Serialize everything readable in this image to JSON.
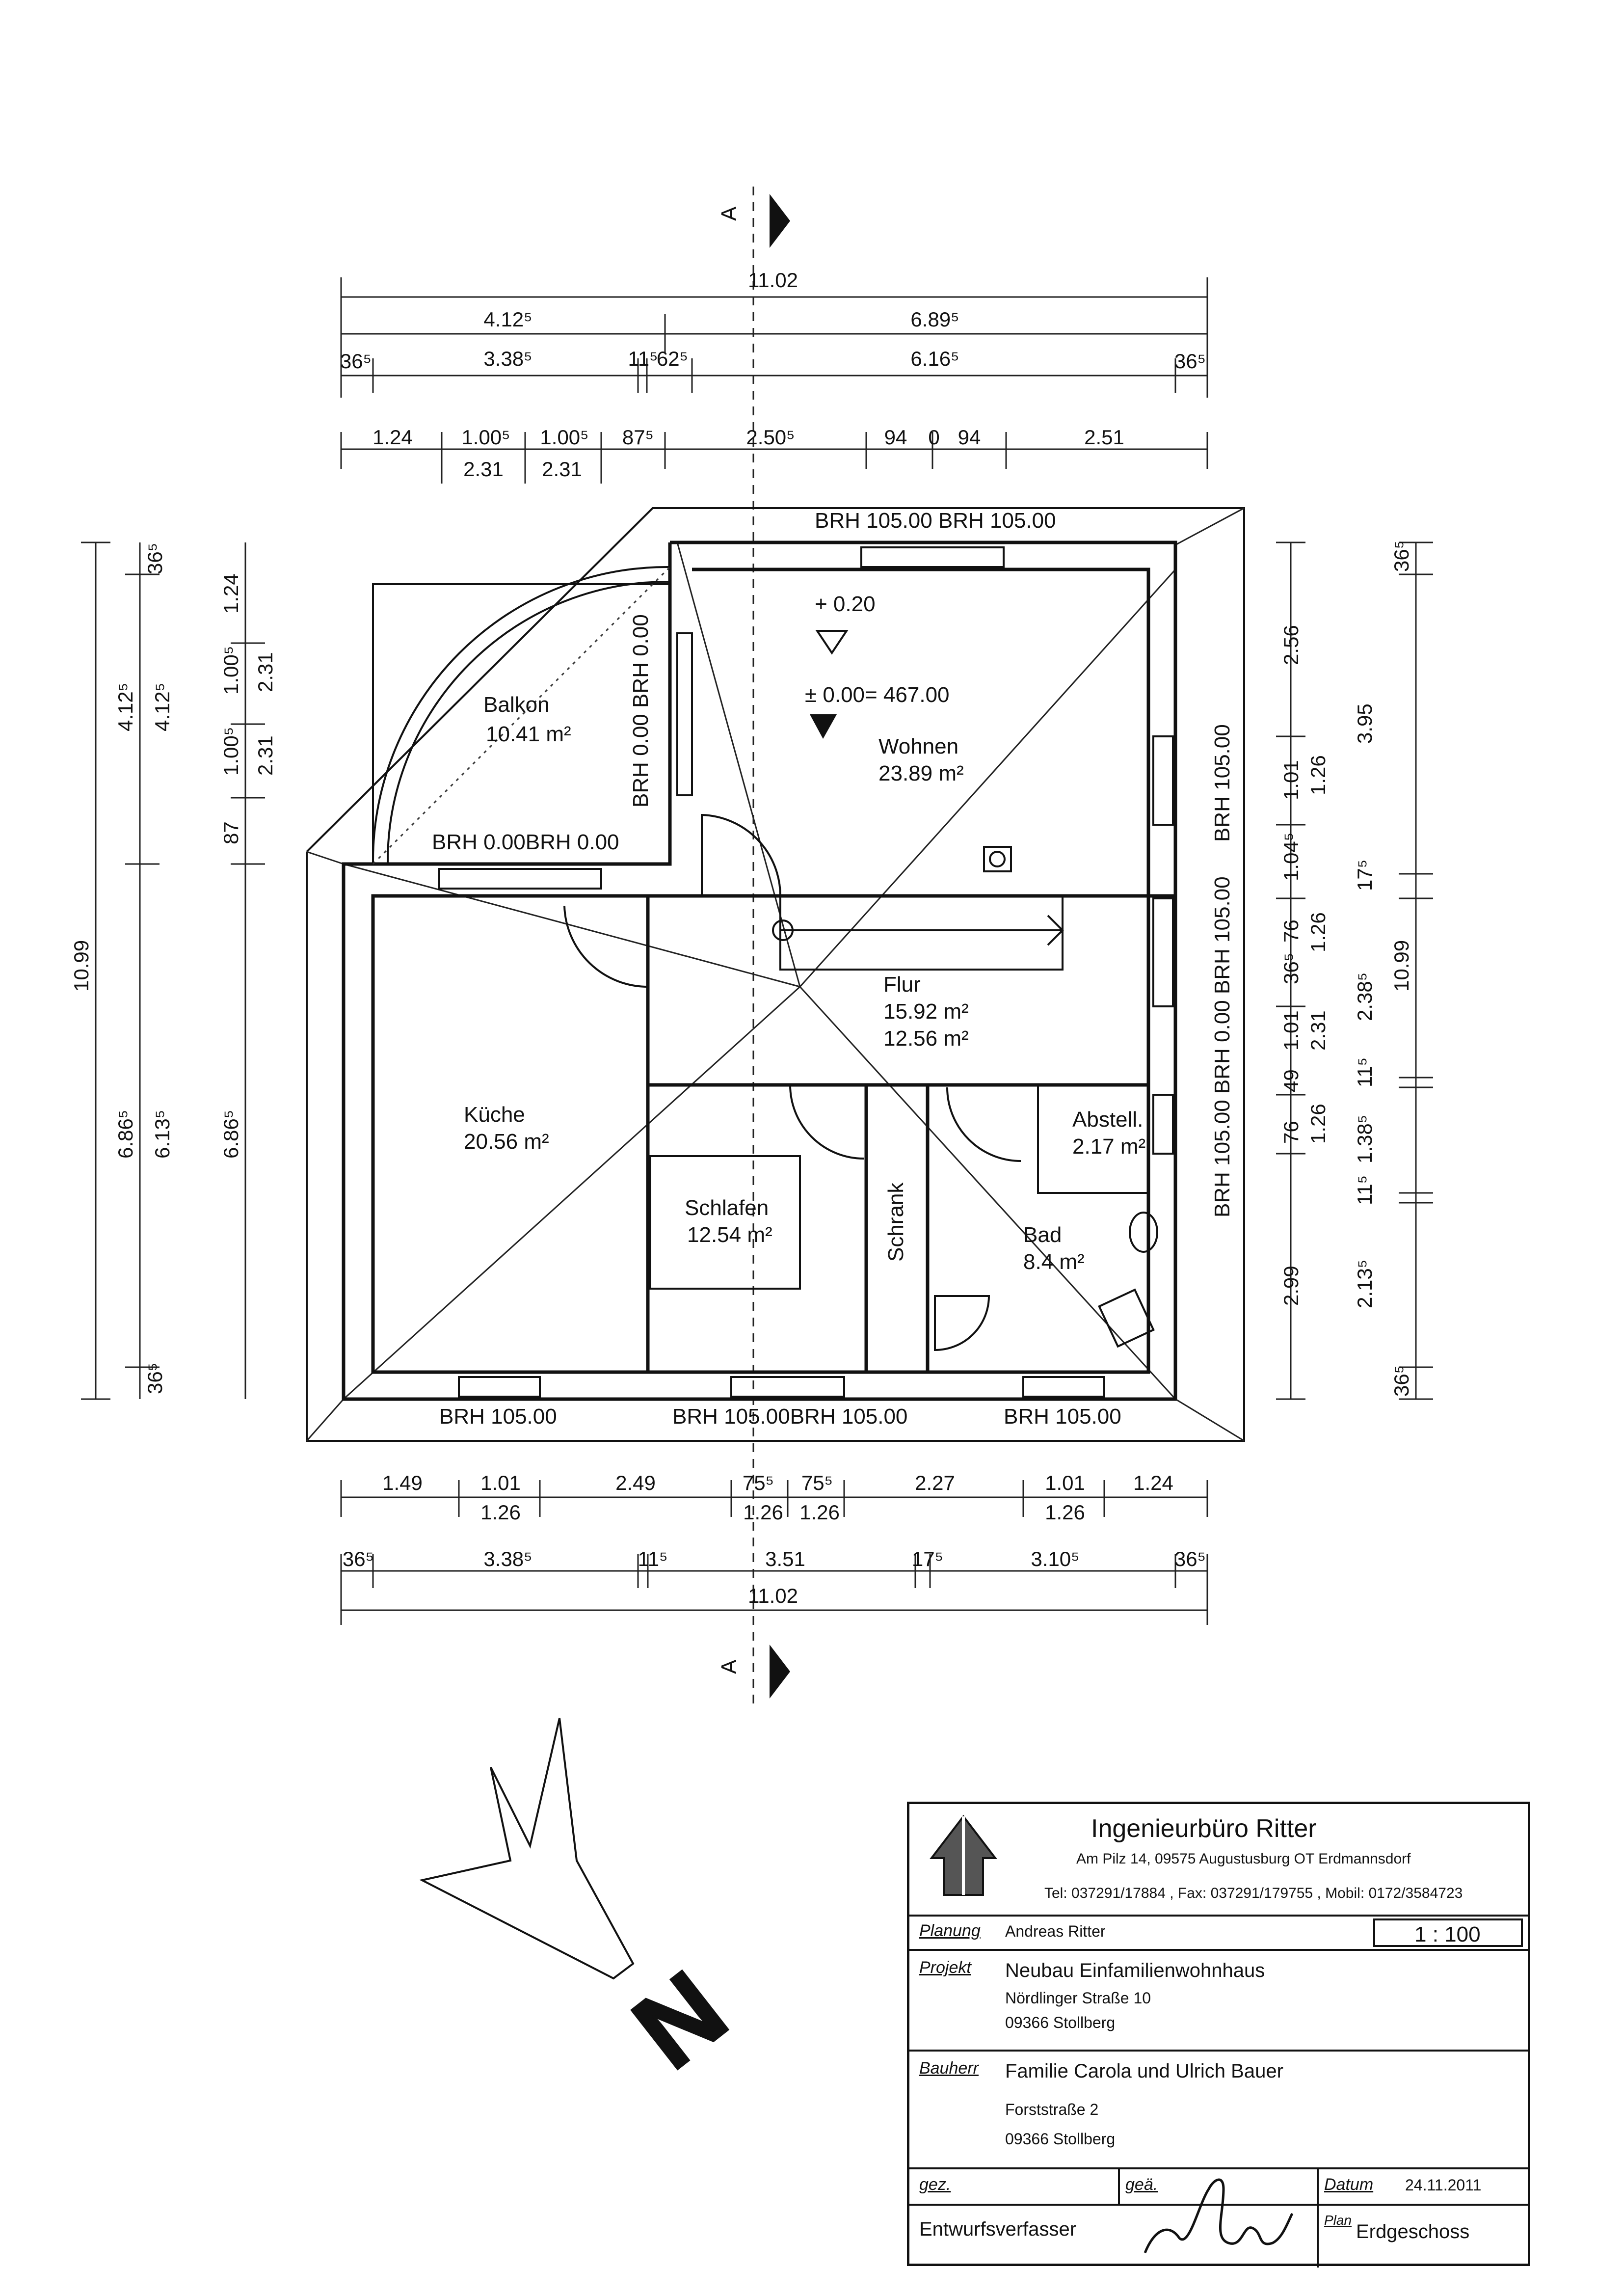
{
  "section_marker": "A",
  "overall_dims": {
    "top_total": "11.02",
    "bottom_total": "11.02",
    "left_outer": "10.99",
    "right_outer": "10.99"
  },
  "top_dims": {
    "row1": [
      "4.12⁵",
      "6.89⁵"
    ],
    "row2": [
      "36⁵",
      "3.38⁵",
      "11⁵",
      "62⁵",
      "6.16⁵",
      "36⁵"
    ],
    "openings_above": [
      "1.24",
      "1.00⁵",
      "1.00⁵",
      "87⁵",
      "2.50⁵",
      "94",
      "0",
      "94",
      "2.51"
    ],
    "openings_below": [
      "2.31",
      "2.31"
    ]
  },
  "bottom_dims": {
    "openings_above": [
      "1.49",
      "1.01",
      "2.49",
      "75⁵",
      "75⁵",
      "2.27",
      "1.01",
      "1.24"
    ],
    "openings_below": [
      "1.26",
      "1.26",
      "1.26",
      "1.26"
    ],
    "row2": [
      "36⁵",
      "3.38⁵",
      "11⁵",
      "3.51",
      "17⁵",
      "3.10⁵",
      "36⁵"
    ]
  },
  "left_dims": {
    "outer_col1": [
      "36⁵",
      "4.12⁵",
      "6.86⁵",
      "36⁵"
    ],
    "outer_col2": [
      "4.12⁵",
      "6.13⁵"
    ],
    "inner_col": [
      "1.24",
      "1.00⁵",
      "1.00⁵",
      "87",
      "6.86⁵"
    ],
    "inner_sub": [
      "2.31",
      "2.31"
    ]
  },
  "right_dims": {
    "inner_col": [
      "2.56",
      "1.01",
      "1.04⁵",
      "76",
      "36⁵",
      "1.01",
      "49",
      "76",
      "2.99"
    ],
    "inner_sub": [
      "1.26",
      "1.26",
      "2.31",
      "1.26"
    ],
    "outer_col": [
      "36⁵",
      "3.95",
      "17⁵",
      "2.38⁵",
      "11⁵",
      "1.38⁵",
      "11⁵",
      "2.13⁵",
      "36⁵"
    ]
  },
  "brh_labels": {
    "top": "BRH 105.00 BRH 105.00",
    "balkon_bottom": "BRH 0.00BRH 0.00",
    "balkon_right": "BRH 0.00 BRH 0.00",
    "right_upper": "BRH 105.00",
    "right_lower": "BRH 105.00 BRH 0.00 BRH 105.00",
    "bottom_left": "BRH 105.00",
    "bottom_mid": "BRH 105.00BRH 105.00",
    "bottom_right": "BRH 105.00"
  },
  "levels": {
    "upper": "+ 0.20",
    "base": "± 0.00= 467.00"
  },
  "rooms": [
    {
      "name": "Balkon",
      "area": "10.41 m²"
    },
    {
      "name": "Wohnen",
      "area": "23.89 m²"
    },
    {
      "name": "Flur",
      "area": "15.92 m²",
      "area2": "12.56 m²"
    },
    {
      "name": "Küche",
      "area": "20.56 m²"
    },
    {
      "name": "Schlafen",
      "area": "12.54 m²"
    },
    {
      "name": "Schrank",
      "area": ""
    },
    {
      "name": "Abstell.",
      "area": "2.17 m²"
    },
    {
      "name": "Bad",
      "area": "8.4 m²"
    }
  ],
  "north_label": "N",
  "title_block": {
    "company": "Ingenieurbüro Ritter",
    "address": "Am Pilz 14, 09575 Augustusburg OT Erdmannsdorf",
    "contact": "Tel: 037291/17884 , Fax: 037291/179755 , Mobil: 0172/3584723",
    "planung_key": "Planung",
    "planung_val": "Andreas Ritter",
    "scale": "1 : 100",
    "projekt_key": "Projekt",
    "projekt_title": "Neubau Einfamilienwohnhaus",
    "projekt_street": "Nördlinger Straße 10",
    "projekt_city": "09366 Stollberg",
    "bauherr_key": "Bauherr",
    "bauherr_name": "Familie Carola und Ulrich Bauer",
    "bauherr_street": "Forststraße 2",
    "bauherr_city": "09366 Stollberg",
    "gez_key": "gez.",
    "gez_val": "Entwurfsverfasser",
    "gea_key": "geä.",
    "datum_key": "Datum",
    "datum_val": "24.11.2011",
    "plan_key": "Plan",
    "plan_val": "Erdgeschoss"
  }
}
